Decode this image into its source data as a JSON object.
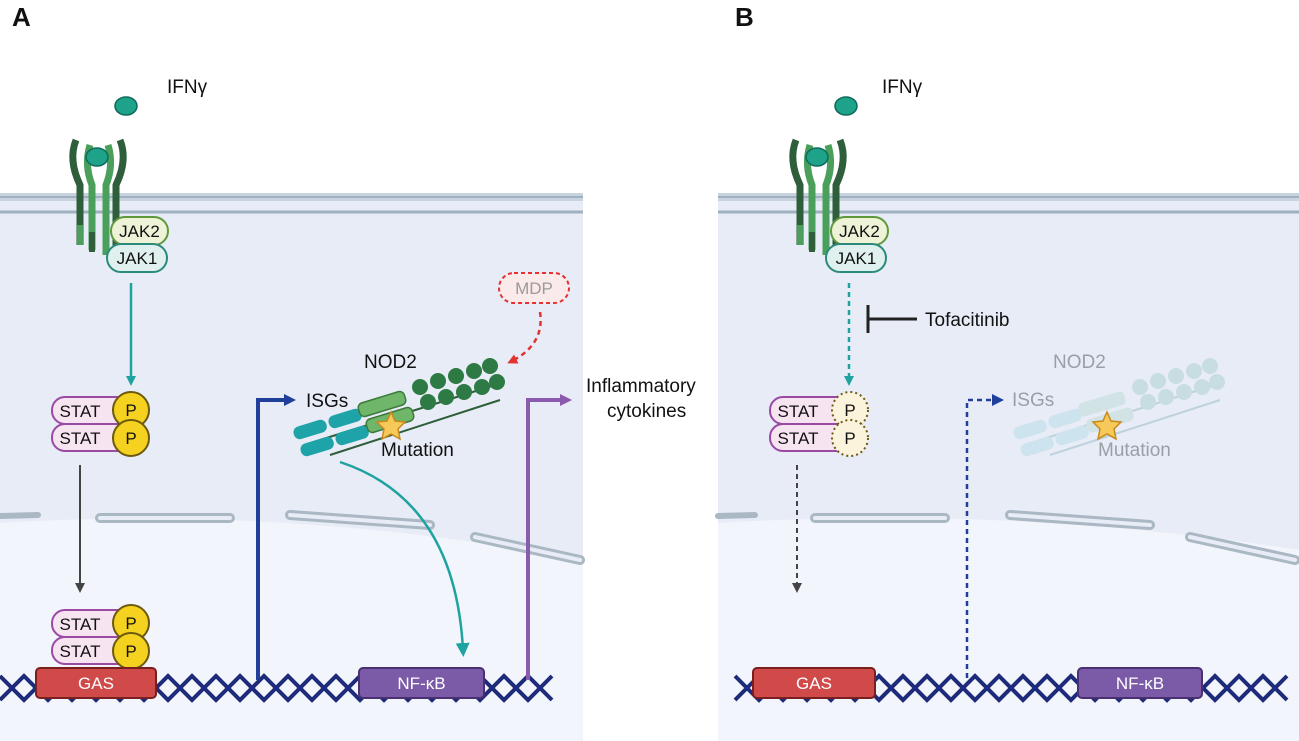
{
  "panels": [
    {
      "letter": "A",
      "ligand_label": "IFNγ",
      "jak2_label": "JAK2",
      "jak1_label": "JAK1",
      "stat_label": "STAT",
      "phospho_label": "P",
      "nod2_label": "NOD2",
      "mdp_label": "MDP",
      "isgs_label": "ISGs",
      "mutation_label": "Mutation",
      "inflammatory_label_line1": "Inflammatory",
      "inflammatory_label_line2": "cytokines",
      "gas_label": "GAS",
      "nfkb_label": "NF-κB"
    },
    {
      "letter": "B",
      "ligand_label": "IFNγ",
      "jak2_label": "JAK2",
      "jak1_label": "JAK1",
      "stat_label": "STAT",
      "phospho_label": "P",
      "drug_label": "Tofacitinib",
      "nod2_label": "NOD2",
      "isgs_label": "ISGs",
      "mutation_label": "Mutation",
      "gas_label": "GAS",
      "nfkb_label": "NF-κB"
    }
  ],
  "colors": {
    "cytoplasm": "#e8ecf6",
    "nucleus": "#f1f4fa",
    "membrane": "#b7c6d3",
    "receptor_dark": "#2e5e3a",
    "receptor_light": "#4aa05a",
    "ifng": "#1ea38a",
    "jak2_fill": "#eef3d8",
    "jak2_stroke": "#5e9a3a",
    "jak1_fill": "#dff0ee",
    "jak1_stroke": "#2a8a7c",
    "stat_fill": "#f6e4f1",
    "stat_stroke": "#9a4aa5",
    "phospho": "#f5d21f",
    "teal_arrow": "#1fa3a0",
    "blue_arrow": "#1f3f9a",
    "purple_arrow": "#8a5aae",
    "mdp_red": "#e23232",
    "gas": "#d14a4a",
    "nfkb": "#7b5aa7",
    "dna": "#1d2b7a"
  }
}
